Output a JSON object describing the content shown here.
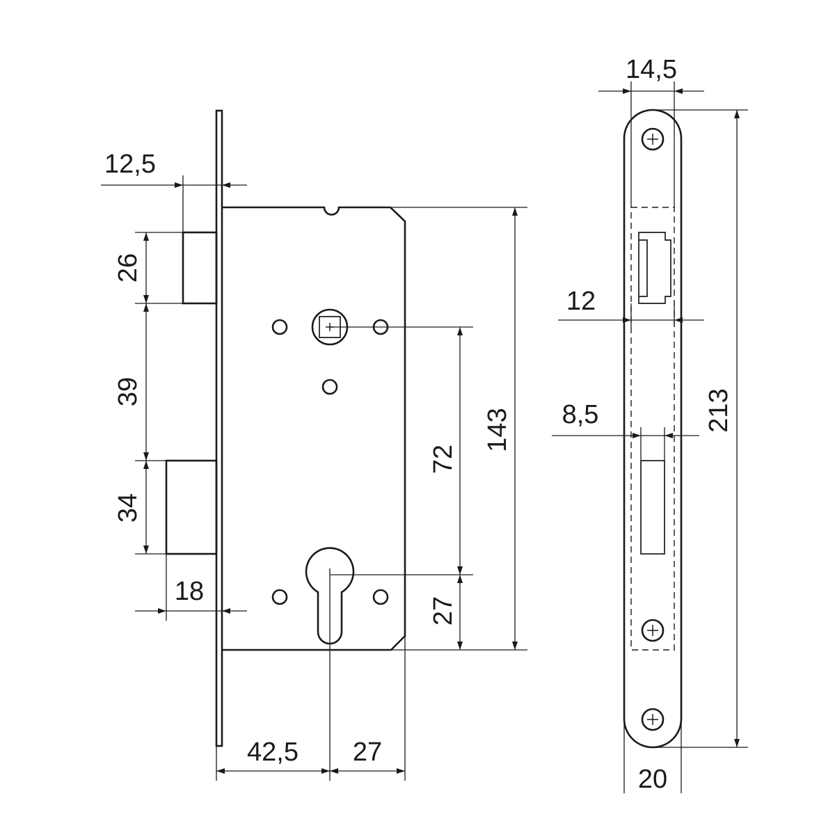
{
  "diagram": {
    "colors": {
      "line": "#1a1a1a",
      "background": "#ffffff"
    },
    "lock_body_dimensions": {
      "faceplate_thickness": "12,5",
      "latch_height": "26",
      "latch_to_bolt_gap": "39",
      "bolt_height": "34",
      "bolt_projection": "18",
      "backset": "42,5",
      "cylinder_to_back": "27",
      "handle_to_cylinder": "72",
      "cylinder_to_bottom": "27",
      "body_height": "143"
    },
    "faceplate_dimensions": {
      "top_width": "14,5",
      "latch_opening_width": "12",
      "bolt_opening_width": "8,5",
      "total_height": "213",
      "plate_width": "20"
    }
  }
}
